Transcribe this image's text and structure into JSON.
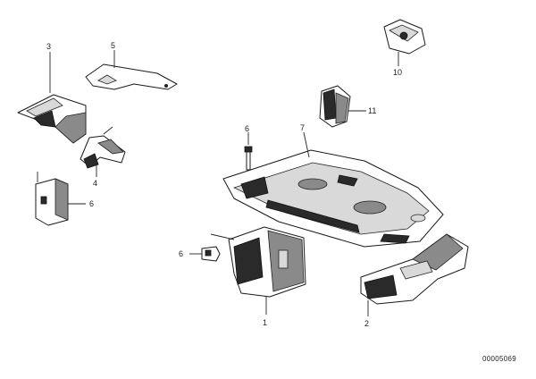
{
  "callouts": {
    "c1": "1",
    "c2": "2",
    "c3": "3",
    "c4": "4",
    "c5": "5",
    "c6a": "6",
    "c6b": "6",
    "c6c": "6",
    "c7": "7",
    "c10": "10",
    "c11": "11"
  },
  "reference_code": "00005069"
}
